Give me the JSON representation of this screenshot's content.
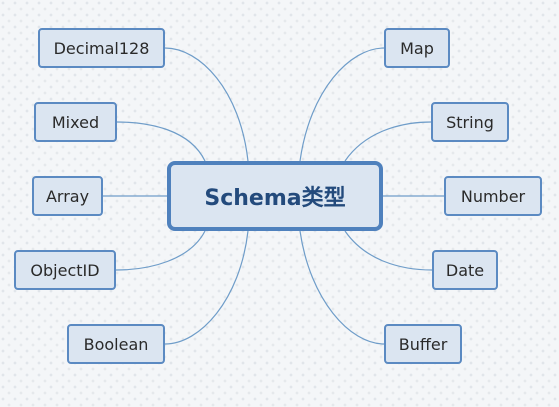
{
  "mindmap": {
    "center": {
      "label": "Schema类型"
    },
    "left_branches": [
      {
        "label": "Decimal128"
      },
      {
        "label": "Mixed"
      },
      {
        "label": "Array"
      },
      {
        "label": "ObjectID"
      },
      {
        "label": "Boolean"
      }
    ],
    "right_branches": [
      {
        "label": "Map"
      },
      {
        "label": "String"
      },
      {
        "label": "Number"
      },
      {
        "label": "Date"
      },
      {
        "label": "Buffer"
      }
    ]
  },
  "colors": {
    "background": "#f4f6f8",
    "node_fill": "#dbe5f1",
    "node_border": "#5b8ac2",
    "center_border": "#4f81bd",
    "center_text": "#234a7c",
    "connector": "#6f9dc9"
  }
}
